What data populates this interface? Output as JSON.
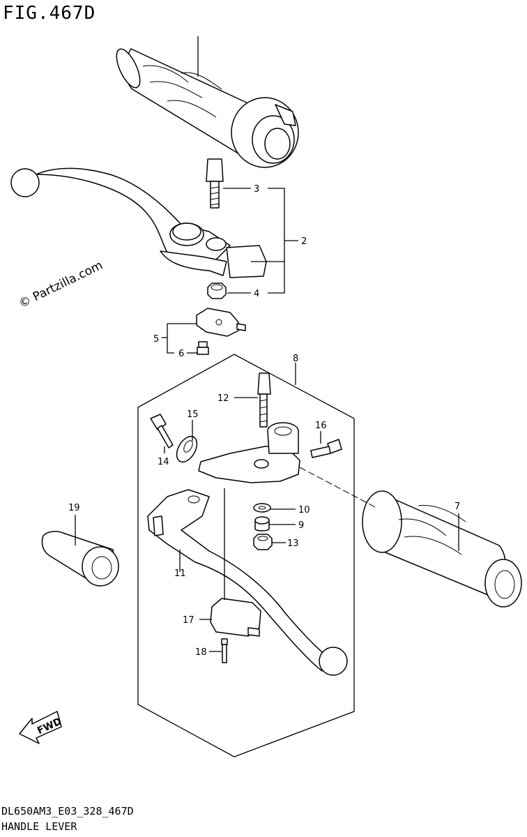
{
  "figure": {
    "title": "FIG.467D",
    "watermark": "© Partzilla.com",
    "footer_code": "DL650AM3_E03_328_467D",
    "footer_name": "HANDLE LEVER",
    "fwd_label": "FWD"
  },
  "callouts": [
    {
      "id": "3",
      "text": "3"
    },
    {
      "id": "2",
      "text": "2"
    },
    {
      "id": "4",
      "text": "4"
    },
    {
      "id": "5",
      "text": "5"
    },
    {
      "id": "6",
      "text": "6"
    },
    {
      "id": "8",
      "text": "8"
    },
    {
      "id": "12",
      "text": "12"
    },
    {
      "id": "15",
      "text": "15"
    },
    {
      "id": "16",
      "text": "16"
    },
    {
      "id": "14",
      "text": "14"
    },
    {
      "id": "19",
      "text": "19"
    },
    {
      "id": "7",
      "text": "7"
    },
    {
      "id": "10",
      "text": "10"
    },
    {
      "id": "9",
      "text": "9"
    },
    {
      "id": "13",
      "text": "13"
    },
    {
      "id": "11",
      "text": "11"
    },
    {
      "id": "17",
      "text": "17"
    },
    {
      "id": "18",
      "text": "18"
    }
  ]
}
